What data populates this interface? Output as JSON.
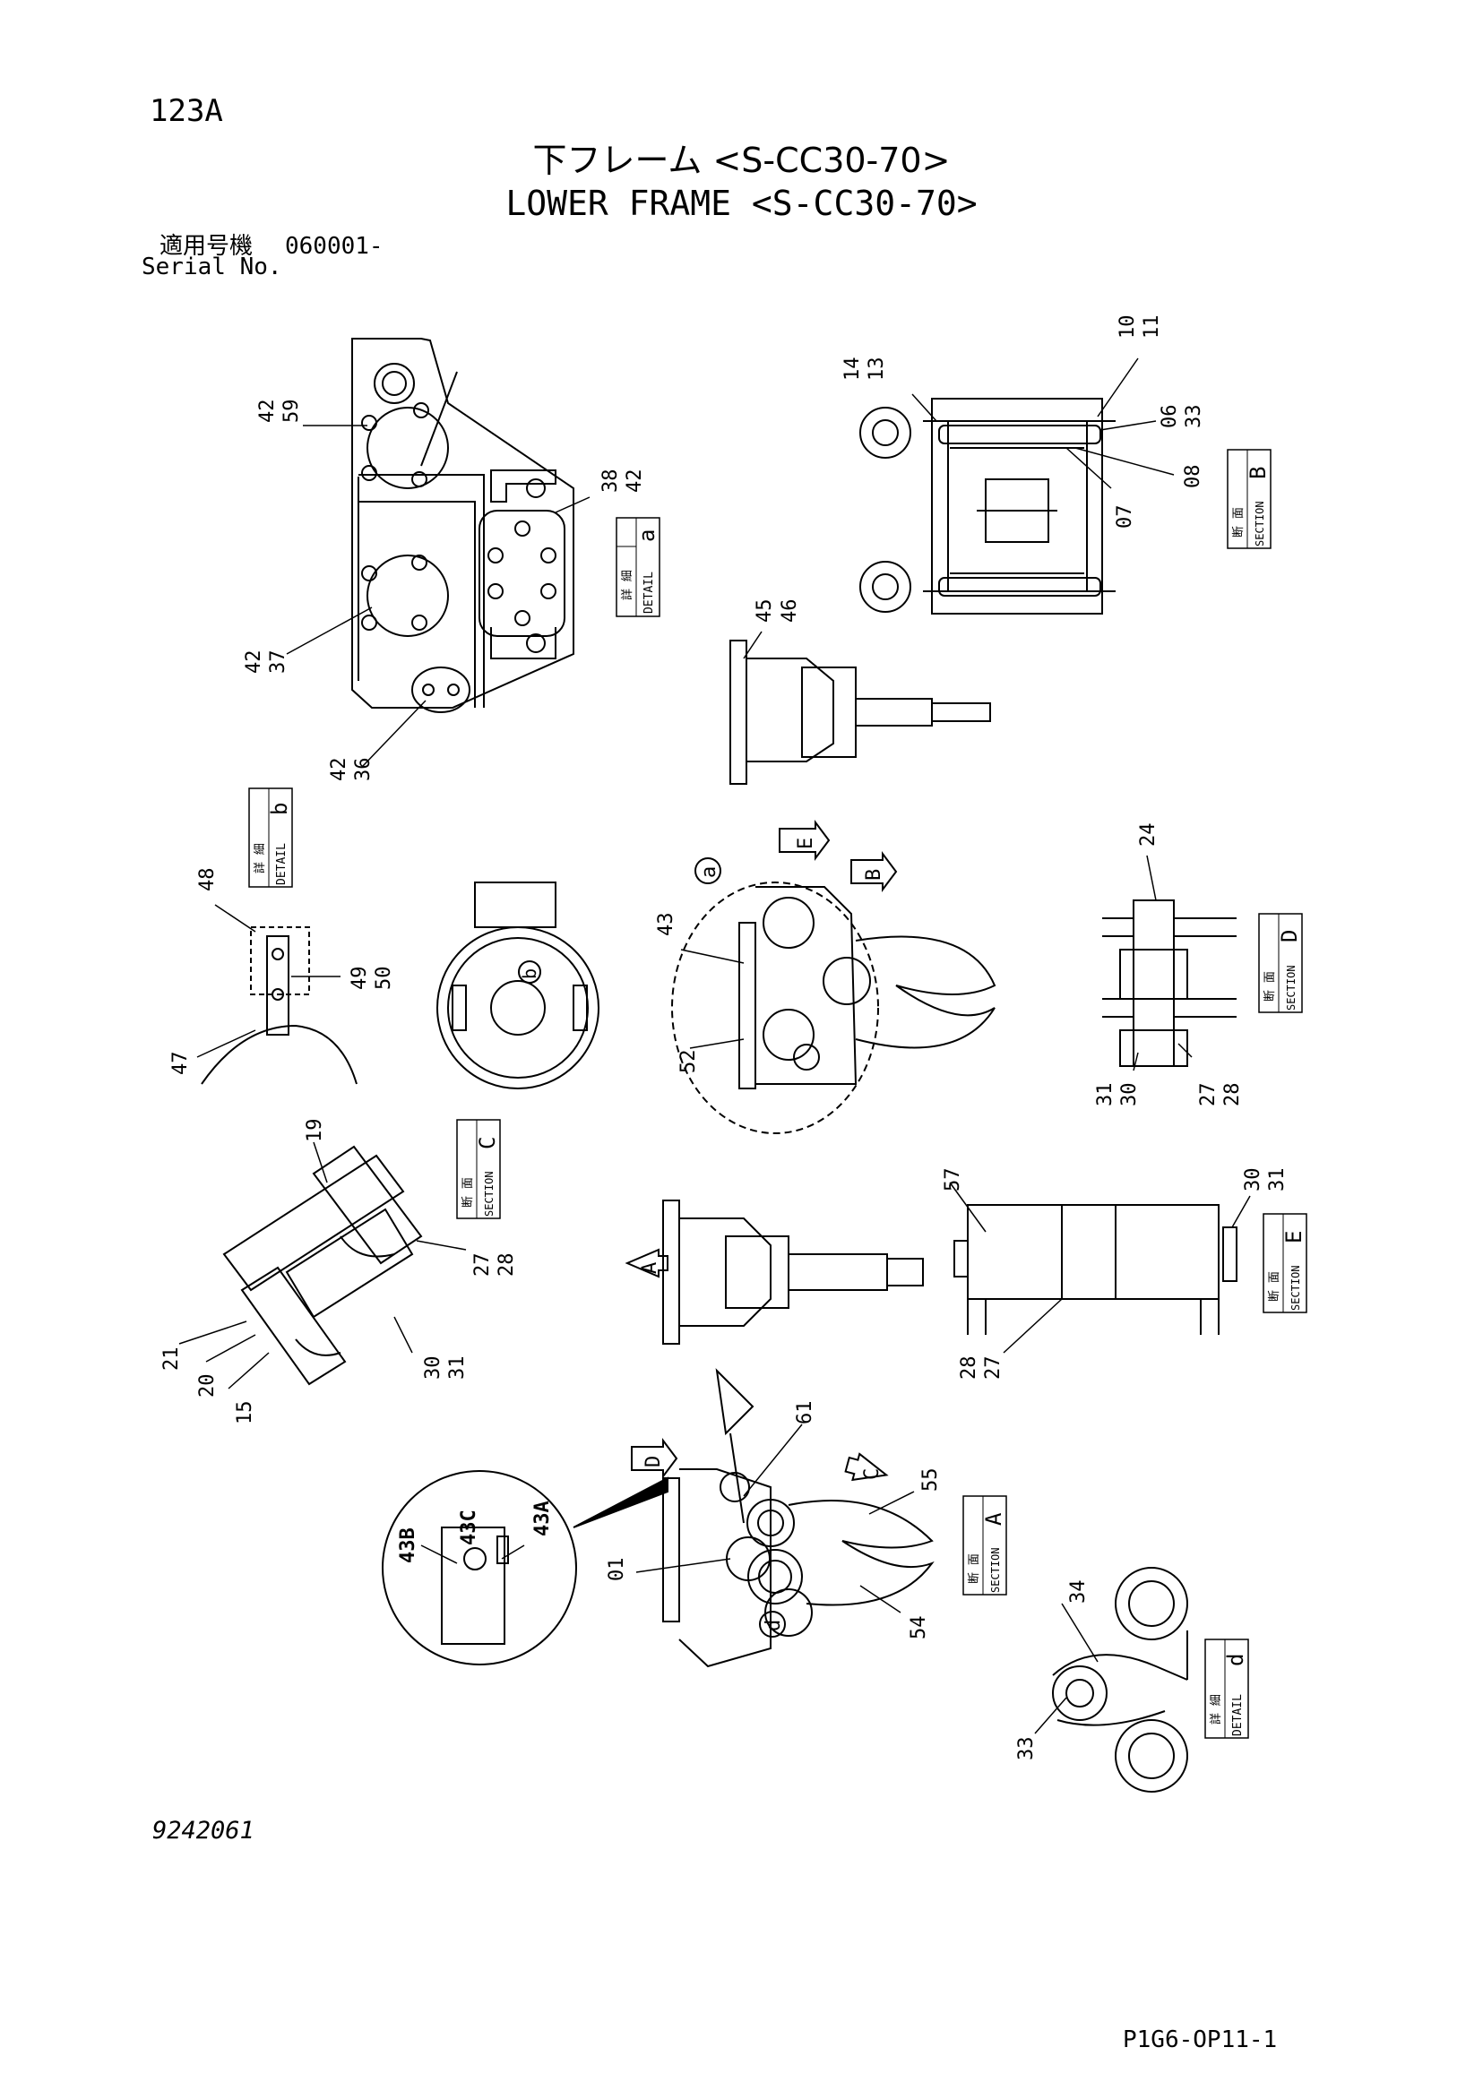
{
  "header": {
    "page_code": "123A",
    "title_jp": "下フレーム <S-CC30-70>",
    "title_en": "LOWER FRAME <S-CC30-70>",
    "serial_label_jp": "適用号機",
    "serial_value": "060001-",
    "serial_label_en": "Serial No."
  },
  "footer": {
    "drawing_number": "9242061",
    "sheet_code": "P1G6-OP11-1"
  },
  "callout_tags": {
    "detail_a": {
      "jp": "詳 細",
      "en": "DETAIL",
      "letter": "a"
    },
    "detail_b": {
      "jp": "詳 細",
      "en": "DETAIL",
      "letter": "b"
    },
    "detail_d": {
      "jp": "詳 細",
      "en": "DETAIL",
      "letter": "d"
    },
    "section_a": {
      "jp": "断 面",
      "en": "SECTION",
      "letter": "A"
    },
    "section_b": {
      "jp": "断 面",
      "en": "SECTION",
      "letter": "B"
    },
    "section_c": {
      "jp": "断 面",
      "en": "SECTION",
      "letter": "C"
    },
    "section_d": {
      "jp": "断 面",
      "en": "SECTION",
      "letter": "D"
    },
    "section_e": {
      "jp": "断 面",
      "en": "SECTION",
      "letter": "E"
    }
  },
  "view_markers": {
    "a": "a",
    "b": "b",
    "d": "d",
    "A": "A",
    "B": "B",
    "C": "C",
    "D": "D",
    "E": "E"
  },
  "part_labels": {
    "detail_a_view": [
      "42",
      "59",
      "38",
      "42",
      "42",
      "37",
      "42",
      "36"
    ],
    "section_b_view": [
      "14",
      "13",
      "10",
      "11",
      "06",
      "33",
      "08",
      "07",
      "45",
      "46"
    ],
    "detail_b_view": [
      "48",
      "49",
      "50",
      "47"
    ],
    "side_view": [
      "43",
      "52"
    ],
    "section_d_view": [
      "24",
      "31",
      "30",
      "27",
      "28"
    ],
    "section_c_view": [
      "19",
      "27",
      "28",
      "21",
      "20",
      "15",
      "30",
      "31"
    ],
    "section_e_view": [
      "57",
      "30",
      "31",
      "28",
      "27"
    ],
    "section_a_view": [
      "61",
      "55",
      "01",
      "54"
    ],
    "inset_view": [
      "43C",
      "43B",
      "43A"
    ],
    "detail_d_view": [
      "34",
      "33"
    ]
  }
}
